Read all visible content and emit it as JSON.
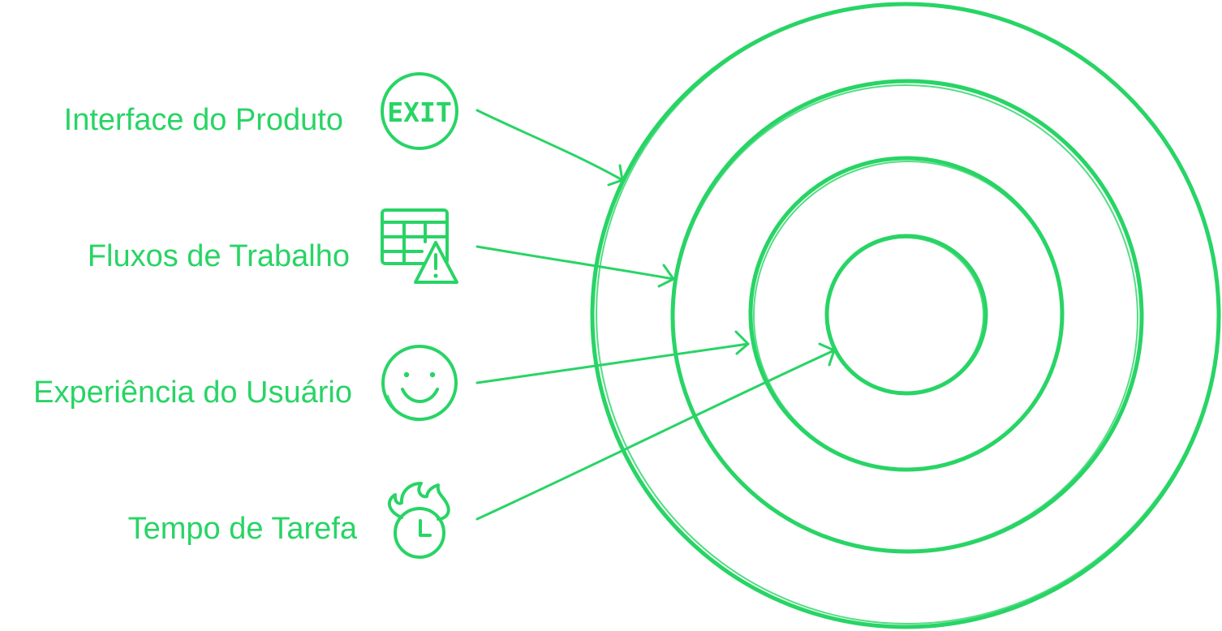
{
  "accent_color": "#28d465",
  "items": [
    {
      "label": "Interface do Produto",
      "icon": "exit-sign-icon"
    },
    {
      "label": "Fluxos de Trabalho",
      "icon": "table-warning-icon"
    },
    {
      "label": "Experiência do Usuário",
      "icon": "smiley-face-icon"
    },
    {
      "label": "Tempo de Tarefa",
      "icon": "alarm-clock-icon"
    }
  ],
  "exit_icon_text": "EXIT",
  "target_rings": 4
}
